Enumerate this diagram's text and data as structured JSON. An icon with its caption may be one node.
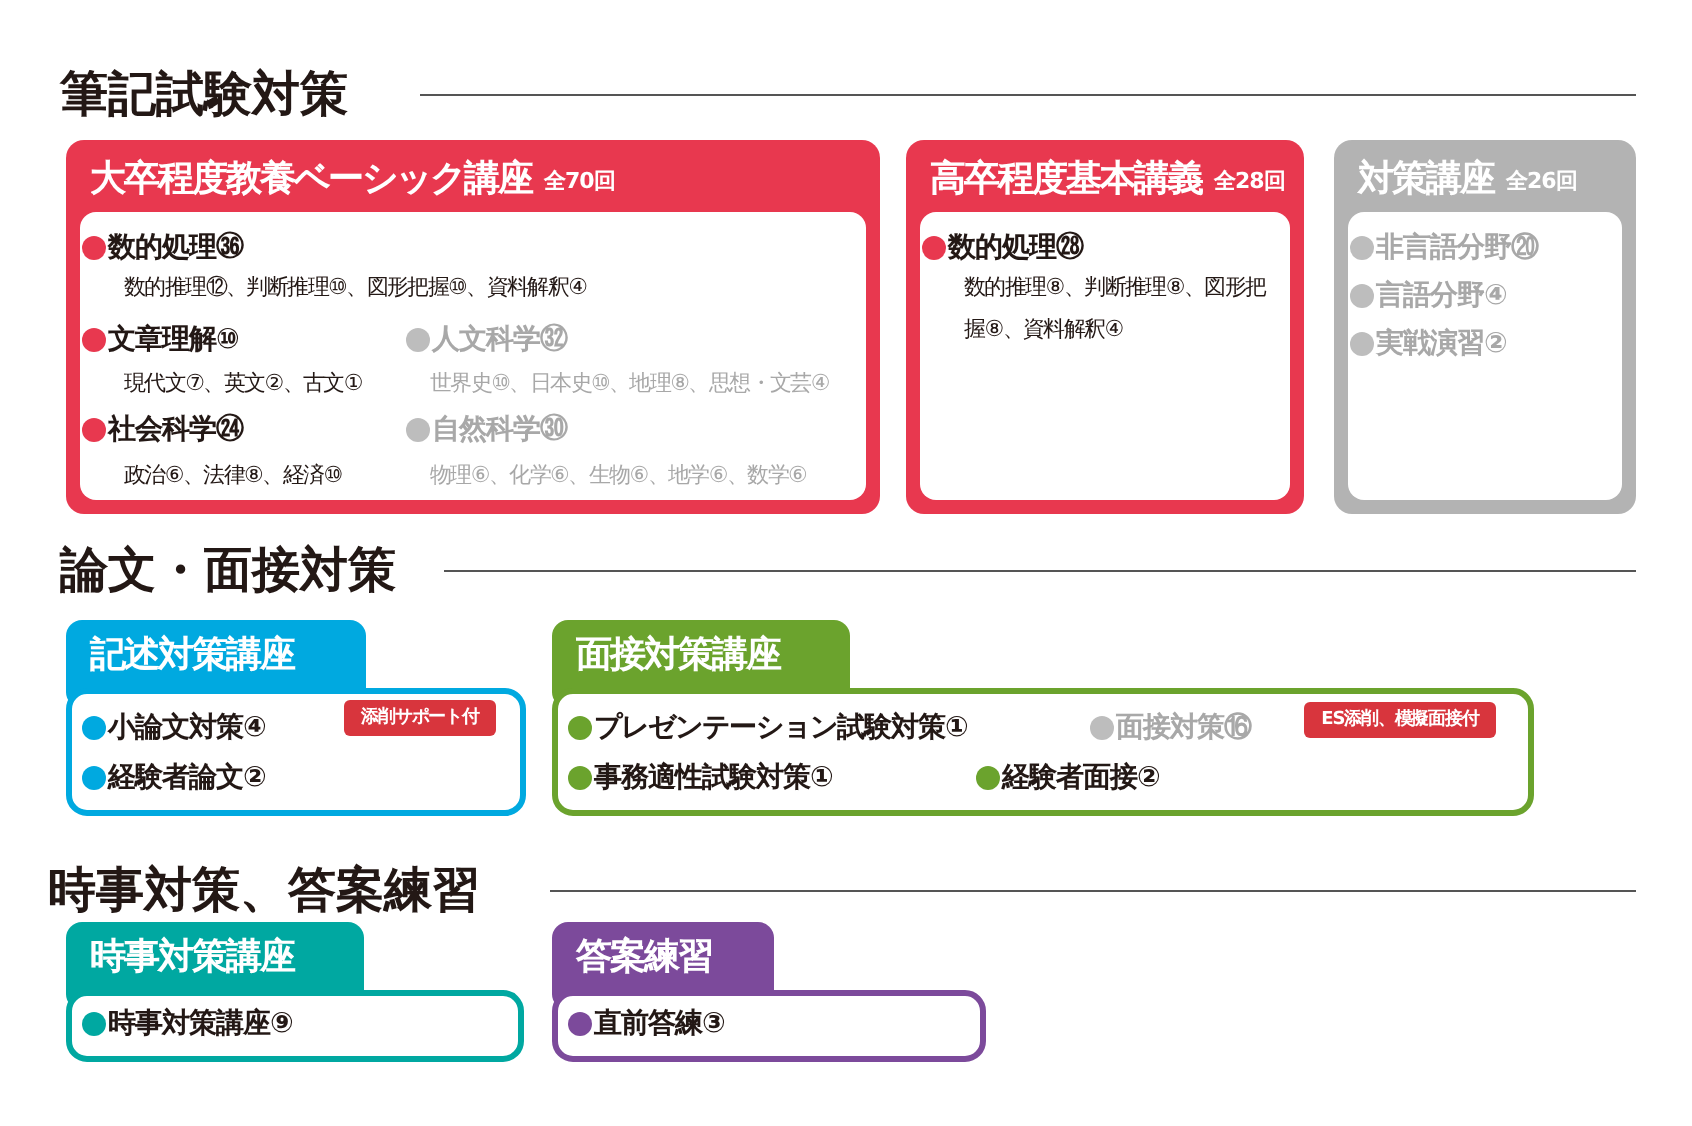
{
  "diagram": {
    "nodes": [
      {
        "text": [
          "大卒程度教養ベーシック講座",
          "全70回",
          "数的処理㊱",
          "数的推理⑫、判断推理⑩、図形把握⑩、資料解釈④",
          "文章理解⑩",
          "現代文⑦、英文②、古文①",
          "人文科学㉜",
          "世界史⑩、日本史⑩、地理⑧、思想・文芸④",
          "社会科学㉔",
          "政治⑥、法律⑧、経済⑩",
          "自然科学㉚",
          "物理⑥、化学⑥、生物⑥、地学⑥、数学⑥"
        ]
      },
      {
        "text": [
          "高卒程度基本講義",
          "全28回",
          "数的処理㉘",
          "数的推理⑧、判断推理⑧、図形把握⑧、資料解釈④"
        ]
      },
      {
        "text": [
          "対策講座",
          "全26回",
          "非言語分野⑳",
          "言語分野④",
          "実戦演習②"
        ]
      },
      {
        "text": [
          "記述対策講座",
          "小論文対策④",
          "経験者論文②"
        ]
      },
      {
        "text": [
          "添削サポート付"
        ],
        "in": 3
      },
      {
        "text": [
          "面接対策講座",
          "プレゼンテーション試験対策①",
          "面接対策⑯",
          "事務適性試験対策①",
          "経験者面接②"
        ]
      },
      {
        "text": [
          "ES添削、模擬面接付"
        ],
        "in": 5
      },
      {
        "text": [
          "時事対策講座",
          "時事対策講座⑨"
        ]
      },
      {
        "text": [
          "答案練習",
          "直前答練③"
        ]
      }
    ],
    "labels": [
      "筆記試験対策",
      "論文・面接対策",
      "時事対策、答案練習"
    ]
  }
}
